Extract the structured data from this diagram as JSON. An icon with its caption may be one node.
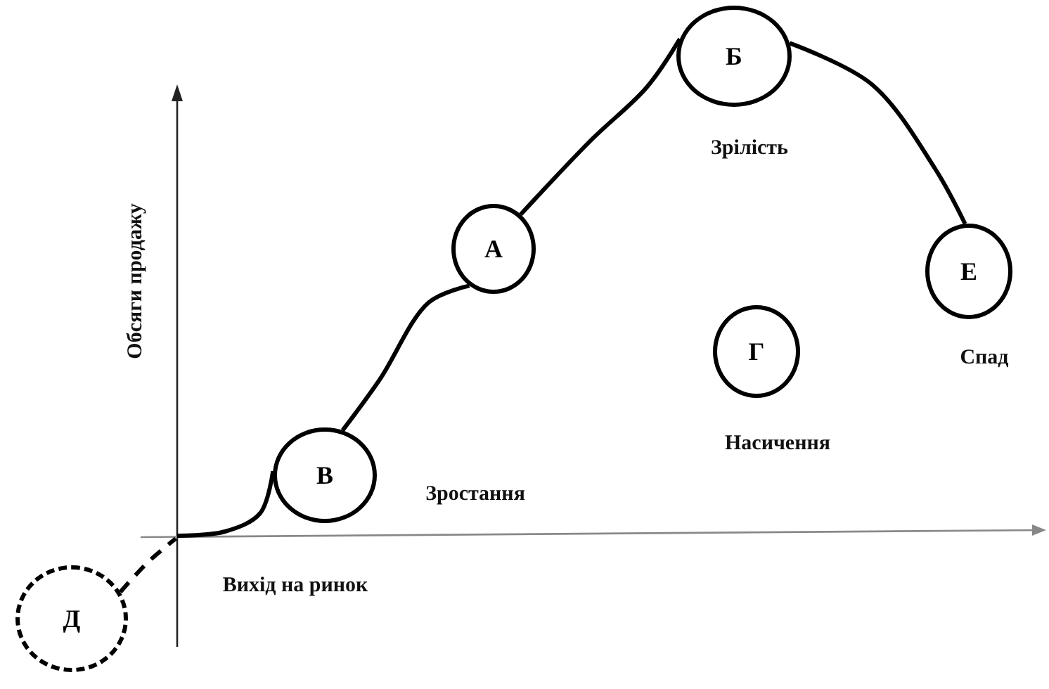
{
  "diagram": {
    "nodes": [
      {
        "text": [
          "Б"
        ],
        "beside": [
          "Зрілість"
        ]
      },
      {
        "text": [
          "А"
        ]
      },
      {
        "text": [
          "Е"
        ],
        "beside": [
          "Спад"
        ]
      },
      {
        "text": [
          "Г"
        ],
        "beside": [
          "Насичення"
        ]
      },
      {
        "text": [
          "В"
        ],
        "beside": [
          "Зростання"
        ]
      },
      {
        "text": [
          "Д"
        ]
      }
    ],
    "edges": [
      {
        "from": null,
        "to": 4,
        "arrow": "none"
      },
      {
        "from": 4,
        "to": 1,
        "arrow": "none"
      },
      {
        "from": 1,
        "to": 0,
        "arrow": "none"
      },
      {
        "from": 0,
        "to": 2,
        "arrow": "none"
      },
      {
        "from": 5,
        "to": null,
        "arrow": "none",
        "style": "dashed"
      }
    ],
    "labels": [
      "Обсяги продажу",
      "Вихід на ринок"
    ]
  }
}
